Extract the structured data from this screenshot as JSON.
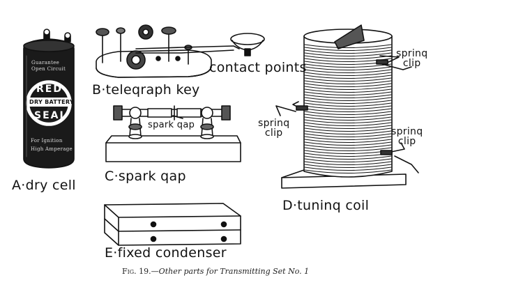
{
  "labels": {
    "dry_cell": "A·dry cell",
    "telegraph_key": "B·teleqraph key",
    "contact_points": "contact points",
    "spark_gap_title": "C·spark qap",
    "spark_gap_inline": "spark qap",
    "tuning_coil": "D·tuninq coil",
    "fixed_condenser": "E·fixed condenser",
    "spring_clip_top_1": "sprinq",
    "spring_clip_top_2": "clip",
    "spring_clip_left_1": "sprinq",
    "spring_clip_left_2": "clip",
    "spring_clip_right_1": "sprinq",
    "spring_clip_right_2": "clip"
  },
  "battery": {
    "top_text_1": "Guarantee",
    "top_text_2": "Open Circuit",
    "brand_1": "RED",
    "brand_2": "DRY BATTERY",
    "brand_3": "SEAL",
    "bottom_text_1": "For Ignition",
    "bottom_text_2": "High Amperage"
  },
  "caption": {
    "fig": "Fig. 19.",
    "text": "—Other parts for Transmitting Set No. 1"
  },
  "colors": {
    "ink": "#111111",
    "paper": "#ffffff",
    "battery_body": "#1a1a1a"
  }
}
